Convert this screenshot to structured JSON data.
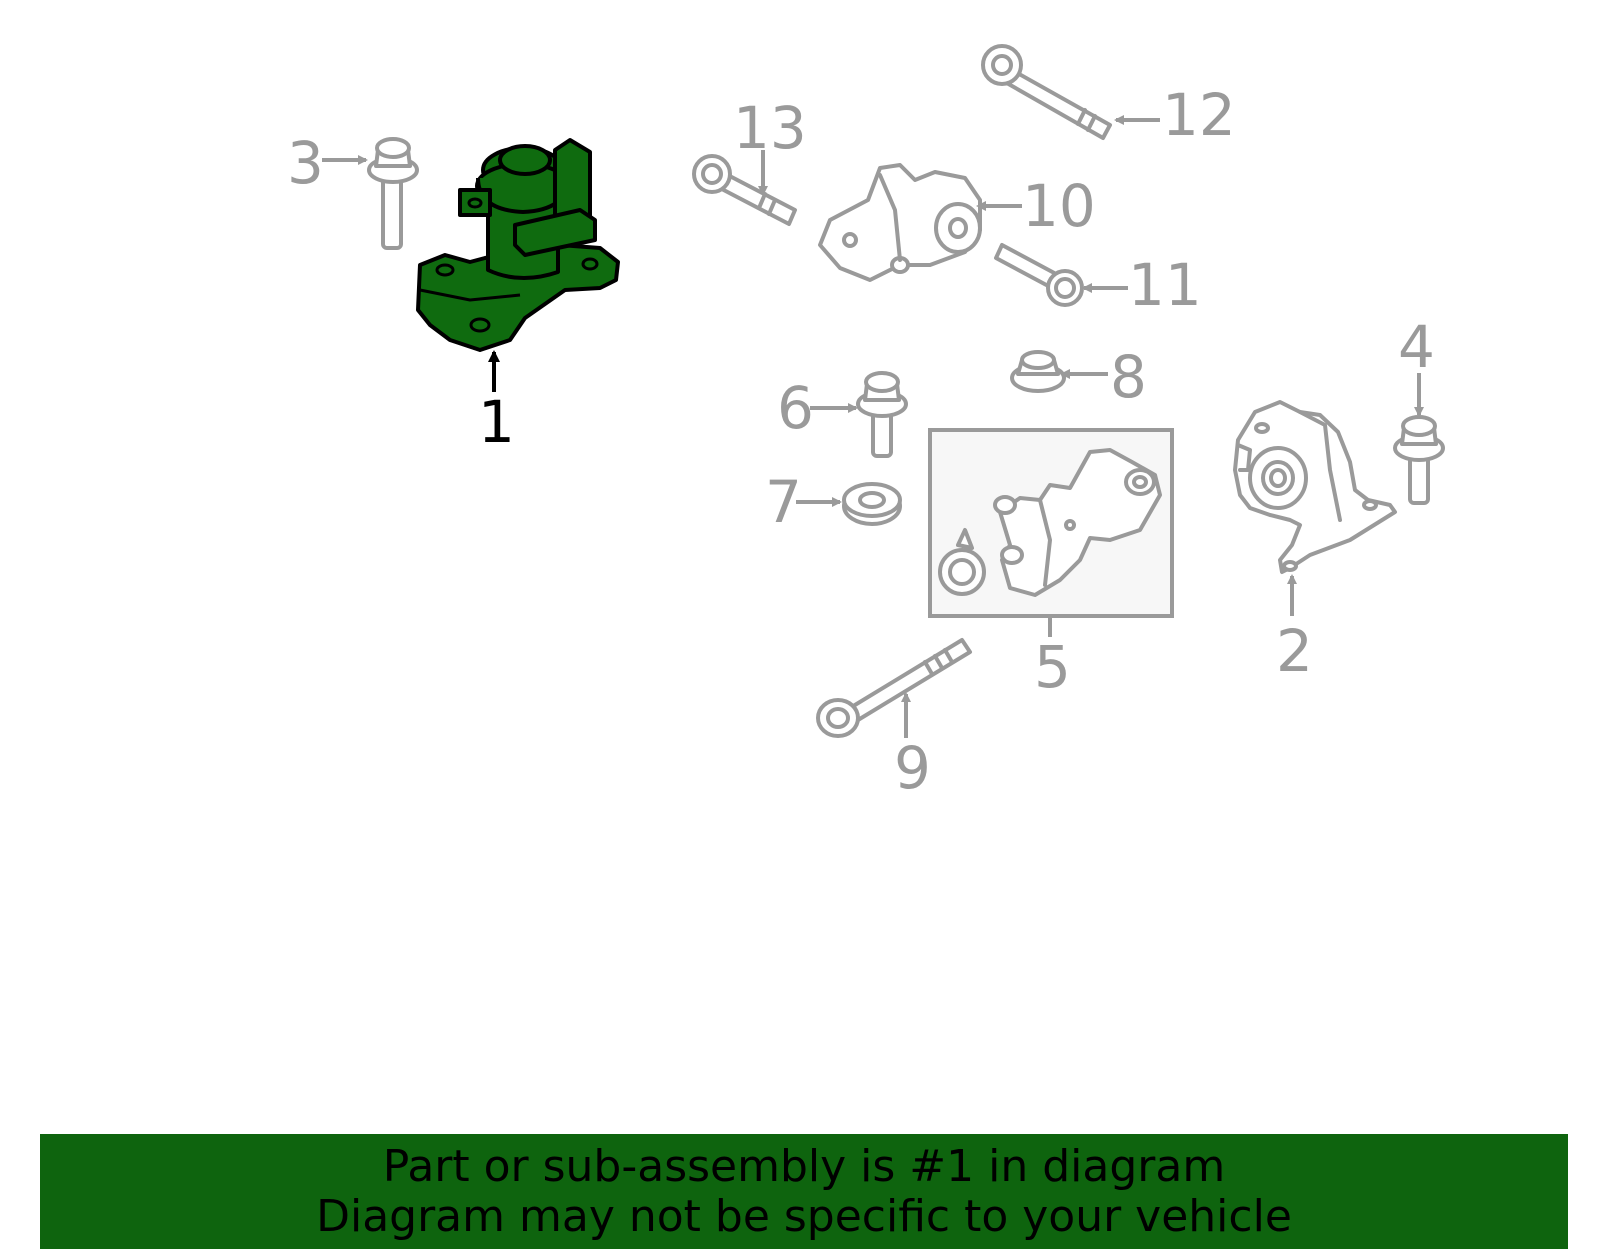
{
  "diagram": {
    "callouts": [
      "1",
      "2",
      "3",
      "4",
      "5",
      "6",
      "7",
      "8",
      "9",
      "10",
      "11",
      "12",
      "13"
    ],
    "highlighted_part": "1",
    "colors": {
      "highlight": "#0f6b0f",
      "outline_grey": "#9a9a9a",
      "footer_bg": "#0e640e"
    }
  },
  "footer": {
    "line1": "Part or sub-assembly is #1 in diagram",
    "line2": "Diagram may not be specific to your vehicle"
  }
}
